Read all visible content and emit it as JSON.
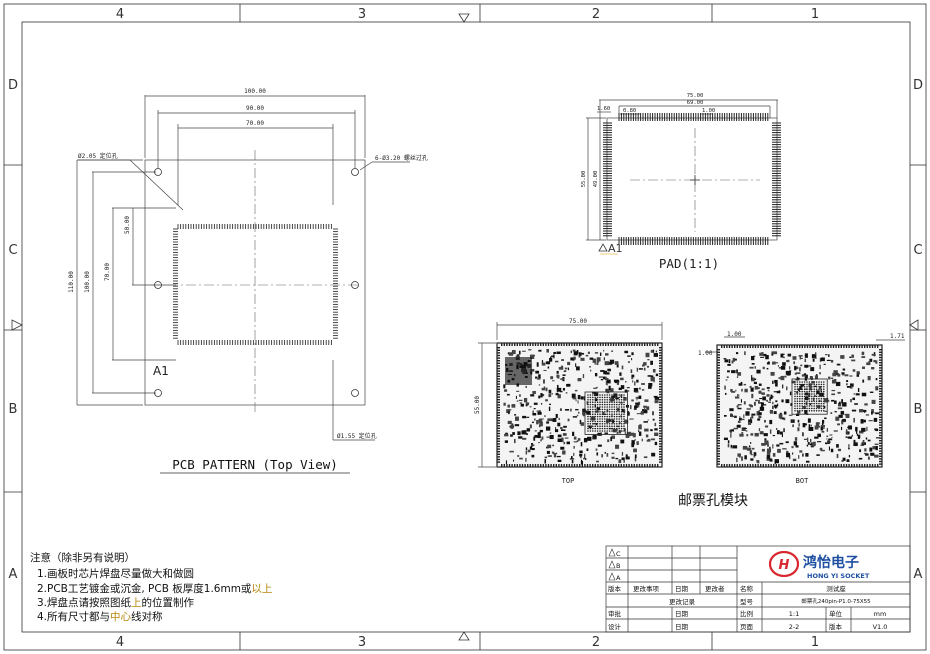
{
  "frame": {
    "col_labels": [
      "4",
      "3",
      "2",
      "1"
    ],
    "row_labels": [
      "D",
      "C",
      "B",
      "A"
    ]
  },
  "pcb_pattern": {
    "title": "PCB PATTERN (Top View)",
    "dim_100_top": "100.00",
    "dim_90": "90.00",
    "dim_70_top": "70.00",
    "dim_110": "110.00",
    "dim_100_left": "100.00",
    "dim_70_left": "70.00",
    "dim_50": "50.00",
    "note_205": "Ø2.05 定位孔",
    "note_320": "6-Ø3.20 螺丝过孔",
    "note_155": "Ø1.55 定位孔",
    "pin_label": "A1"
  },
  "pad": {
    "title": "PAD(1:1)",
    "dim_75": "75.00",
    "dim_69": "69.00",
    "dim_160": "1.60",
    "dim_080": "0.80",
    "dim_100": "1.00",
    "dim_55": "55.00",
    "dim_49": "49.00",
    "pin_label": "A1"
  },
  "module": {
    "title": "邮票孔模块",
    "top_label": "TOP",
    "bot_label": "BOT",
    "dim_75": "75.00",
    "dim_55": "55.00",
    "dim_100_a": "1.00",
    "dim_100_b": "1.00",
    "dim_171": "1.71"
  },
  "notes": {
    "heading": "注意（除非另有说明）",
    "items": [
      "1.画板时芯片焊盘尽量做大和做圆",
      "2.PCB工艺镀金或沉金, PCB 板厚度1.6mm或以上",
      "3.焊盘点请按照图纸上的位置制作",
      "4.所有尺寸都与中心线对称"
    ]
  },
  "title_block": {
    "rev_rows": [
      "C",
      "B",
      "A"
    ],
    "h_version": "版本",
    "h_change": "更改事项",
    "h_date": "日期",
    "h_changer": "更改者",
    "h_record": "更改记录",
    "h_review": "审批",
    "h_design": "设计",
    "h_date2": "日期",
    "h_date3": "日期",
    "k_name": "名称",
    "v_name": "测试座",
    "k_model": "型号",
    "v_model": "邮票孔240pin-P1.0-75X55",
    "k_scale": "比例",
    "v_scale": "1:1",
    "k_unit": "单位",
    "v_unit": "mm",
    "k_page": "页面",
    "v_page": "2-2",
    "k_ver": "版本",
    "v_ver": "V1.0",
    "company_cn": "鸿怡电子",
    "company_en": "HONG YI SOCKET",
    "logo_letter": "H"
  },
  "colors": {
    "brand_red": "#d7282f",
    "brand_blue": "#1e4fa3",
    "note_highlight": "#b8860b"
  }
}
